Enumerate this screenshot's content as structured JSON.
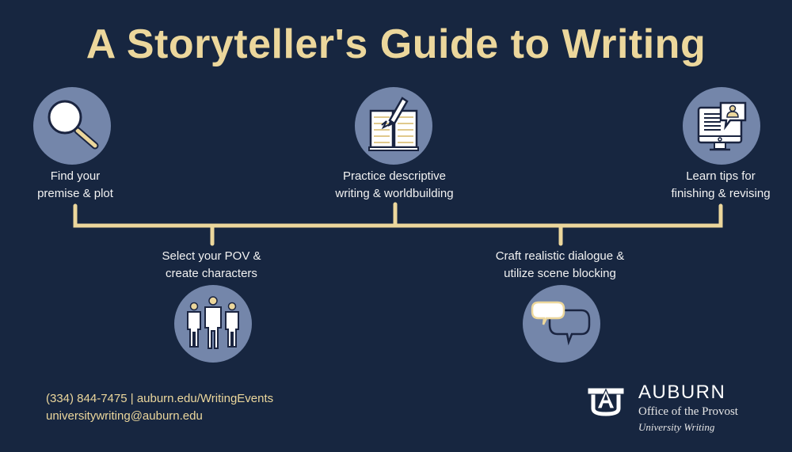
{
  "title": "A Storyteller's Guide to Writing",
  "colors": {
    "background": "#172640",
    "accent": "#ecd79c",
    "circle": "#7486aa",
    "text": "#f2f2f2"
  },
  "steps": [
    {
      "icon": "magnifying-glass-icon",
      "line1": "Find your",
      "line2": "premise & plot"
    },
    {
      "icon": "people-icon",
      "line1": "Select your POV &",
      "line2": "create characters"
    },
    {
      "icon": "book-pencil-icon",
      "line1": "Practice descriptive",
      "line2": "writing & worldbuilding"
    },
    {
      "icon": "speech-bubbles-icon",
      "line1": "Craft realistic dialogue &",
      "line2": "utilize scene blocking"
    },
    {
      "icon": "computer-chat-icon",
      "line1": "Learn tips for",
      "line2": "finishing & revising"
    }
  ],
  "contact": {
    "phone": "(334) 844-7475",
    "separator": " | ",
    "website": "auburn.edu/WritingEvents",
    "email": "universitywriting@auburn.edu"
  },
  "logo": {
    "name": "AUBURN",
    "office": "Office of the Provost",
    "unit": "University Writing",
    "mark": "AU"
  }
}
